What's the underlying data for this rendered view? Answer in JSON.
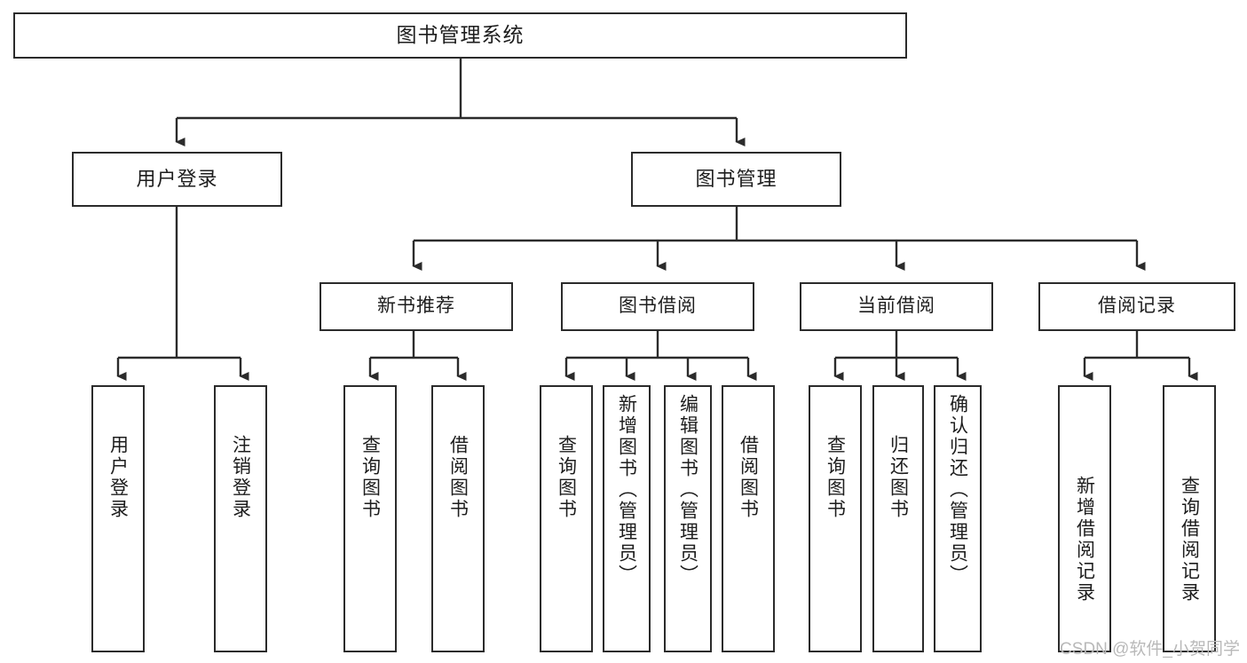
{
  "diagram": {
    "title": "图书管理系统",
    "type": "tree-hierarchy-chart",
    "root": {
      "label": "图书管理系统"
    },
    "level2": [
      {
        "label": "用户登录"
      },
      {
        "label": "图书管理"
      }
    ],
    "level3": [
      {
        "label": "新书推荐"
      },
      {
        "label": "图书借阅"
      },
      {
        "label": "当前借阅"
      },
      {
        "label": "借阅记录"
      }
    ],
    "leaves": {
      "user_login": [
        {
          "label": "用户登录"
        },
        {
          "label": "注销登录"
        }
      ],
      "new_book_recommend": [
        {
          "label": "查询图书"
        },
        {
          "label": "借阅图书"
        }
      ],
      "book_borrow": [
        {
          "label": "查询图书"
        },
        {
          "label": "新增图书（管理员）"
        },
        {
          "label": "编辑图书（管理员）"
        },
        {
          "label": "借阅图书"
        }
      ],
      "current_borrow": [
        {
          "label": "查询图书"
        },
        {
          "label": "归还图书"
        },
        {
          "label": "确认归还（管理员）"
        }
      ],
      "borrow_record": [
        {
          "label": "新增借阅记录"
        },
        {
          "label": "查询借阅记录"
        }
      ]
    }
  },
  "watermark": {
    "text": "CSDN @软件_小贺同学"
  },
  "colors": {
    "border": "#2b2b2b",
    "text": "#1d1d1d",
    "background": "#ffffff",
    "watermark": "#b9b9b9"
  }
}
